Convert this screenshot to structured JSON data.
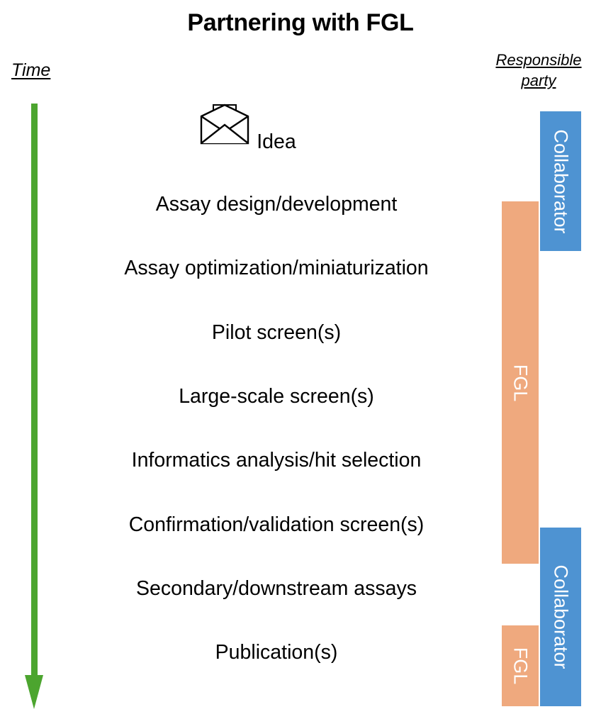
{
  "title": "Partnering with FGL",
  "time_axis": {
    "label": "Time",
    "icon": "down-arrow-icon"
  },
  "responsible_party": {
    "header_line1": "Responsible",
    "header_line2": "party"
  },
  "colors": {
    "arrow_green": "#4CA52F",
    "fgl_orange": "#EFA97E",
    "collaborator_blue": "#4E93D2",
    "text_black": "#000000",
    "background": "#FFFFFF"
  },
  "steps": [
    {
      "label": "Idea",
      "icon": "envelope-icon"
    },
    {
      "label": "Assay design/development",
      "icon": ""
    },
    {
      "label": "Assay optimization/miniaturization",
      "icon": ""
    },
    {
      "label": "Pilot screen(s)",
      "icon": ""
    },
    {
      "label": "Large-scale screen(s)",
      "icon": ""
    },
    {
      "label": "Informatics analysis/hit selection",
      "icon": ""
    },
    {
      "label": "Confirmation/validation screen(s)",
      "icon": ""
    },
    {
      "label": "Secondary/downstream assays",
      "icon": ""
    },
    {
      "label": "Publication(s)",
      "icon": ""
    }
  ],
  "bars": [
    {
      "label": "Collaborator",
      "party": "collaborator"
    },
    {
      "label": "FGL",
      "party": "fgl"
    },
    {
      "label": "Collaborator",
      "party": "collaborator"
    },
    {
      "label": "FGL",
      "party": "fgl"
    }
  ]
}
